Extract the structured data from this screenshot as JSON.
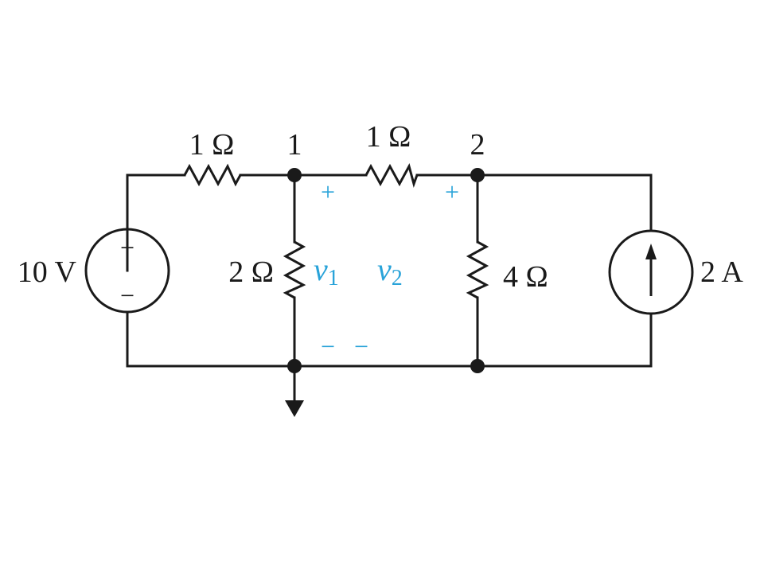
{
  "colors": {
    "wire": "#1a1a1a",
    "accent": "#29a3d9",
    "background": "#ffffff"
  },
  "nodes": {
    "node1": "1",
    "node2": "2"
  },
  "components": {
    "r_left_top": "1 Ω",
    "r_mid_top": "1 Ω",
    "r_shunt_left": "2 Ω",
    "r_shunt_right": "4 Ω",
    "voltage_source": "10 V",
    "current_source": "2 A"
  },
  "source_polarity": {
    "plus": "+",
    "minus": "−"
  },
  "node_voltages": {
    "v1": {
      "symbol": "v",
      "subscript": "1",
      "plus": "+",
      "minus": "−"
    },
    "v2": {
      "symbol": "v",
      "subscript": "2",
      "plus": "+",
      "minus": "−"
    }
  },
  "icons": {
    "ground": "ground-arrow-icon",
    "current_arrow": "arrow-up-icon"
  }
}
